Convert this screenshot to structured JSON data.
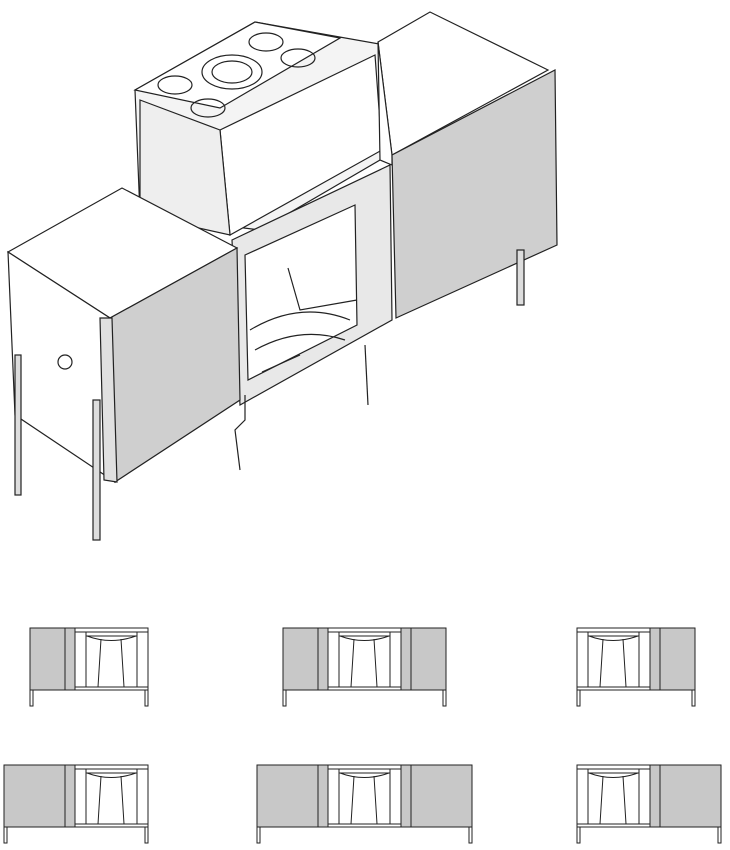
{
  "colors": {
    "panel_gray": "#c8c8c8",
    "panel_light": "#e6e6e6",
    "line": "#222222",
    "background": "#ffffff"
  },
  "configurations": [
    {
      "left": "narrow",
      "right": null
    },
    {
      "left": "narrow",
      "right": "narrow"
    },
    {
      "left": null,
      "right": "narrow"
    },
    {
      "left": "wide",
      "right": null
    },
    {
      "left": "wide",
      "right": "wide"
    },
    {
      "left": null,
      "right": "wide"
    }
  ]
}
